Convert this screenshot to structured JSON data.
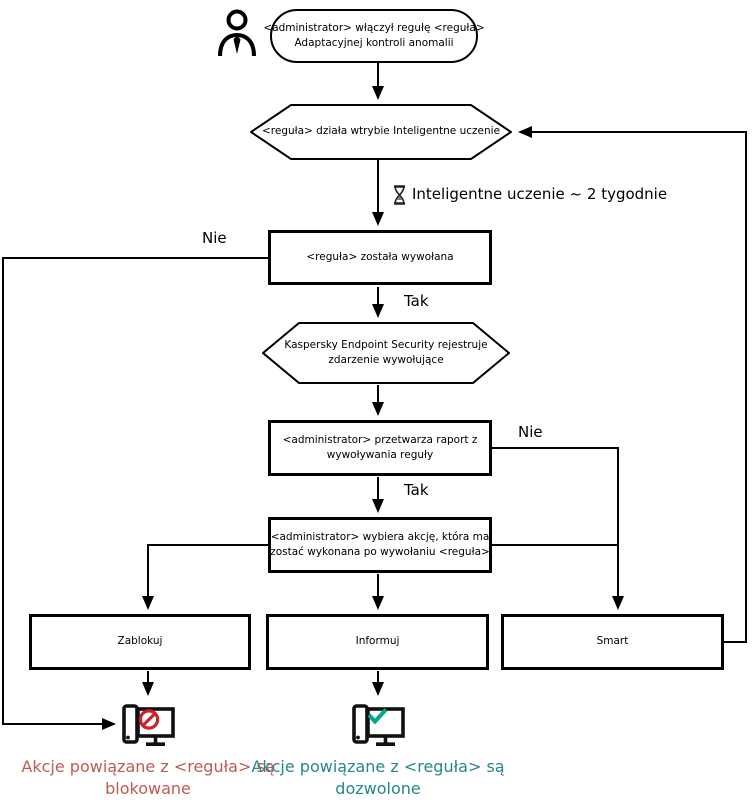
{
  "colors": {
    "line": "#000000",
    "blocked_caption": "#c05a52",
    "allowed_caption": "#27878b",
    "prohibition": "#cc2229",
    "check": "#00a88e"
  },
  "icons": {
    "user": "person-outline",
    "hourglass": "hourglass",
    "blocked": "prohibition-sign",
    "allowed": "check-mark"
  },
  "nodes": {
    "start": {
      "lines": [
        "<administrator>  włączył regułę <reguła>",
        "Adaptacyjnej kontroli anomalii"
      ]
    },
    "training_mode": {
      "label": "<reguła> działa wtrybie Inteligentne uczenie"
    },
    "rule_triggered": {
      "label": "<reguła> została wywołana"
    },
    "registers_event": {
      "lines": [
        "Kaspersky Endpoint Security rejestruje",
        "zdarzenie wywołujące"
      ]
    },
    "processes_report": {
      "lines": [
        "<administrator> przetwarza raport z",
        "wywoływania reguły"
      ]
    },
    "selects_action": {
      "lines": [
        "<administrator> wybiera akcję, która ma",
        "zostać wykonana po wywołaniu <reguła>"
      ]
    },
    "block": {
      "label": "Zablokuj"
    },
    "inform": {
      "label": "Informuj"
    },
    "smart": {
      "label": "Smart"
    }
  },
  "edge_labels": {
    "not_triggered": "Nie",
    "triggered": "Tak",
    "report_no": "Nie",
    "report_yes": "Tak"
  },
  "annotations": {
    "training_duration": "Inteligentne uczenie ~ 2 tygodnie"
  },
  "captions": {
    "blocked": {
      "text": "Akcje powiązane z <reguła> są blokowane"
    },
    "allowed": {
      "text": "Akcje powiązane z <reguła> są dozwolone"
    }
  }
}
